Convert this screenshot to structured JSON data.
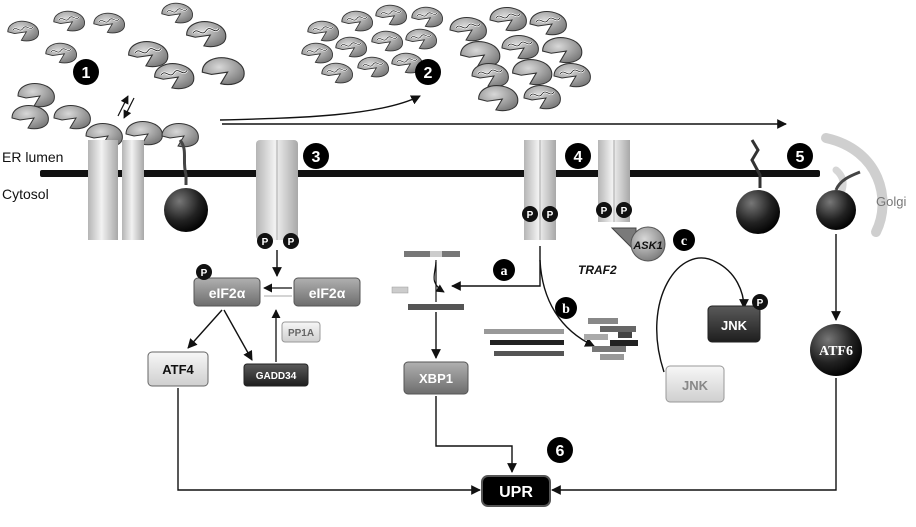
{
  "compartments": {
    "er_lumen": "ER lumen",
    "cytosol": "Cytosol",
    "golgi": "Golgi"
  },
  "steps": [
    "1",
    "2",
    "3",
    "4",
    "5",
    "6"
  ],
  "branches": [
    "a",
    "b",
    "c"
  ],
  "phospho": "P",
  "proteins": {
    "eif2a_left": "eIF2α",
    "eif2a_right": "eIF2α",
    "pp1a": "PP1A",
    "gadd34": "GADD34",
    "atf4": "ATF4",
    "xbp1": "XBP1",
    "traf2": "TRAF2",
    "ask1": "ASK1",
    "jnk_active": "JNK",
    "jnk_inactive": "JNK",
    "atf6": "ATF6",
    "upr": "UPR"
  },
  "colors": {
    "membrane": "#111111",
    "receptor": "#c9c9c9",
    "dark_node": "#1a1a1a",
    "mid_box": "#8a8a8a",
    "light_box": "#e3e3e3",
    "arrow": "#111111"
  },
  "icons": [
    "chaperone-icon",
    "unfolded-protein-icon",
    "protein-aggregate-icon",
    "mrna-icon"
  ]
}
